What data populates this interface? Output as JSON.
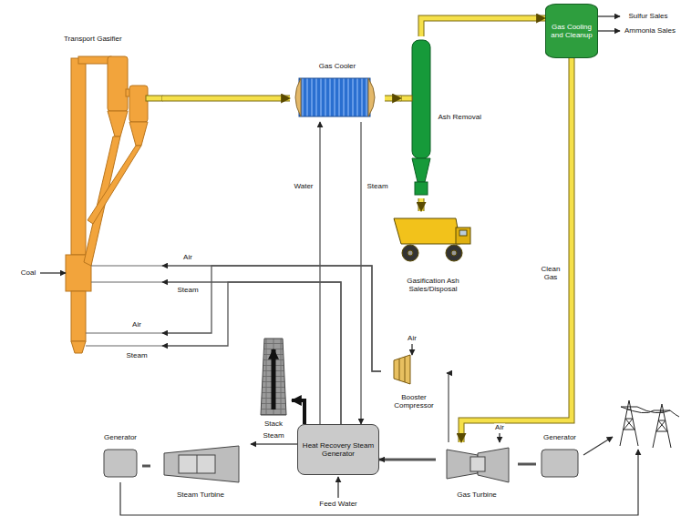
{
  "diagram": {
    "nodes": [
      {
        "text": [
          "Transport Gasifier"
        ]
      },
      {
        "text": [
          "Gas Cooler"
        ]
      },
      {
        "text": [
          "Ash Removal"
        ]
      },
      {
        "text": [
          "Gas Cooling and Cleanup"
        ]
      },
      {
        "text": [
          "Gasification Ash Sales/Disposal"
        ]
      },
      {
        "text": [
          "Stack"
        ]
      },
      {
        "text": [
          "Booster Compressor"
        ]
      },
      {
        "text": [
          "Generator"
        ]
      },
      {
        "text": [
          "Steam Turbine"
        ]
      },
      {
        "text": [
          "Heat Recovery Steam Generator"
        ]
      },
      {
        "text": [
          "Gas Turbine"
        ]
      },
      {
        "text": [
          "Generator"
        ]
      }
    ],
    "edges": [
      {
        "from": 0,
        "to": 1,
        "arrow": "to"
      },
      {
        "from": 1,
        "to": 2,
        "arrow": "to"
      },
      {
        "from": 2,
        "to": 3,
        "arrow": "to"
      },
      {
        "from": 3,
        "to": 10,
        "label": "Clean Gas",
        "arrow": "to"
      },
      {
        "from": 2,
        "to": 4,
        "arrow": "to"
      },
      {
        "from": 9,
        "to": 1,
        "label": "Water",
        "arrow": "to"
      },
      {
        "from": 1,
        "to": 9,
        "label": "Steam",
        "arrow": "to"
      },
      {
        "from": 9,
        "to": 8,
        "label": "Steam",
        "arrow": "to"
      },
      {
        "from": 10,
        "to": 9,
        "arrow": "to"
      },
      {
        "from": 9,
        "to": 5,
        "arrow": "to"
      },
      {
        "from": 8,
        "to": 7,
        "arrow": "none"
      },
      {
        "from": 10,
        "to": 11,
        "arrow": "none"
      },
      {
        "from": 9,
        "to": 0,
        "label": "Steam",
        "arrow": "to"
      },
      {
        "from": 9,
        "to": 0,
        "label": "Steam",
        "arrow": "to"
      },
      {
        "from": 6,
        "to": 0,
        "label": "Air",
        "arrow": "to"
      },
      {
        "from": 6,
        "to": 0,
        "label": "Air",
        "arrow": "to"
      },
      {
        "from": 10,
        "to": 6,
        "arrow": "to"
      }
    ],
    "labels": [
      "Sulfur Sales",
      "Ammonia Sales",
      "Coal",
      "Air",
      "Air",
      "Feed Water"
    ]
  }
}
